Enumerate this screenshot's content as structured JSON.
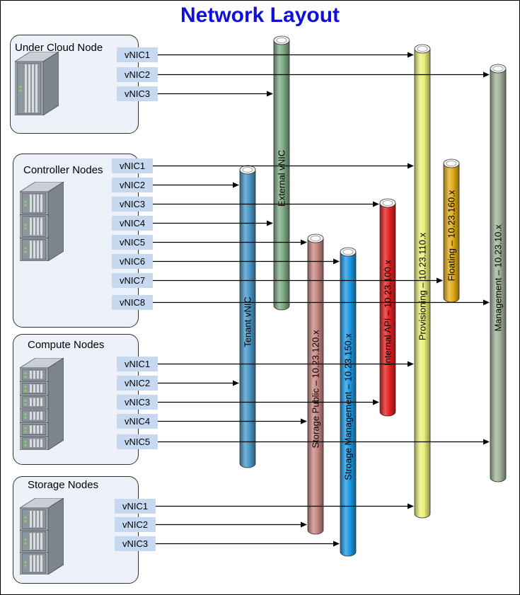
{
  "title": "Network Layout",
  "groups": [
    {
      "label": "Under Cloud Node",
      "nics": [
        "vNIC1",
        "vNIC2",
        "vNIC3"
      ]
    },
    {
      "label": "Controller Nodes",
      "nics": [
        "vNIC1",
        "vNIC2",
        "vNIC3",
        "vNIC4",
        "vNIC5",
        "vNIC6",
        "vNIC7",
        "vNIC8"
      ]
    },
    {
      "label": "Compute Nodes",
      "nics": [
        "vNIC1",
        "vNIC2",
        "vNIC3",
        "vNIC4",
        "vNIC5"
      ]
    },
    {
      "label": "Storage Nodes",
      "nics": [
        "vNIC1",
        "vNIC2",
        "vNIC3"
      ]
    }
  ],
  "networks": [
    {
      "key": "tenant",
      "label": "Tenant vNIC",
      "color": "#4a9ac9",
      "text_color": "#000000"
    },
    {
      "key": "external",
      "label": "External vNIC",
      "color": "#7fac85",
      "text_color": "#000000"
    },
    {
      "key": "storage_public",
      "label": "Storage Public – 10.23.120.x",
      "color": "#c98883",
      "text_color": "#000000"
    },
    {
      "key": "storage_mgmt",
      "label": "Stroage Management – 10.23.150.x",
      "color": "#1d9be6",
      "text_color": "#000000"
    },
    {
      "key": "internal_api",
      "label": "Internal API – 10.23.100.x",
      "color": "#e62222",
      "text_color": "#000000"
    },
    {
      "key": "provisioning",
      "label": "Provisioning – 10.23.110.x",
      "color": "#ebf07a",
      "text_color": "#000000"
    },
    {
      "key": "floating",
      "label": "Floating – 10.23.160.x",
      "color": "#e4ad18",
      "text_color": "#000000"
    },
    {
      "key": "management",
      "label": "Management – 10.23.10.x",
      "color": "#a3b49b",
      "text_color": "#000000"
    }
  ]
}
